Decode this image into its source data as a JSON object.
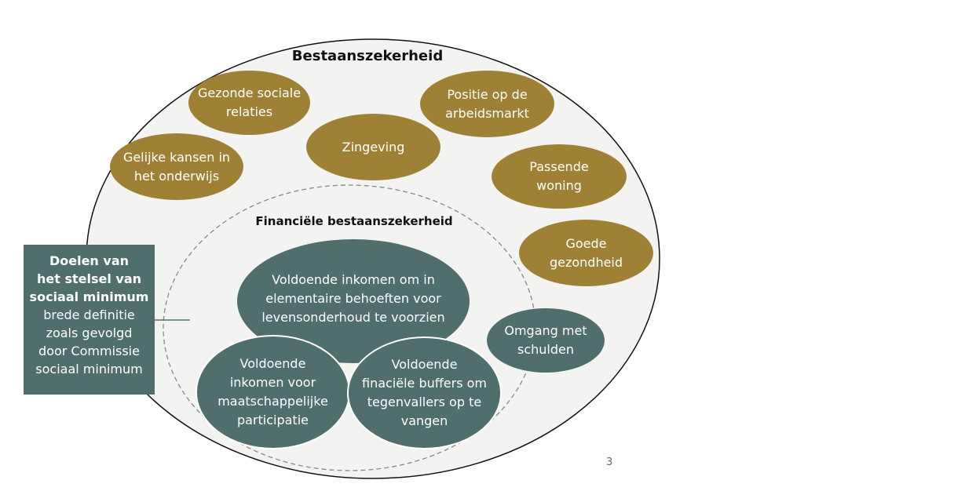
{
  "outer_title": "Bestaanszekerheid",
  "inner_title": "Financiële bestaanszekerheid",
  "colors": {
    "gold": "#9e8135",
    "teal": "#4f6e6c",
    "ellipse_fill": "#f3f4f2"
  },
  "outer_items": [
    {
      "lines": [
        "Gezonde sociale",
        "relaties"
      ]
    },
    {
      "lines": [
        "Positie op de",
        "arbeidsmarkt"
      ]
    },
    {
      "lines": [
        "Zingeving"
      ]
    },
    {
      "lines": [
        "Gelijke kansen in",
        "het onderwijs"
      ]
    },
    {
      "lines": [
        "Passende",
        "woning"
      ]
    },
    {
      "lines": [
        "Goede",
        "gezondheid"
      ]
    },
    {
      "lines": [
        "Omgang met",
        "schulden"
      ]
    }
  ],
  "inner_items": [
    {
      "lines": [
        "Voldoende inkomen om in",
        "elementaire behoeften voor",
        "levensonderhoud te voorzien"
      ]
    },
    {
      "lines": [
        "Voldoende",
        "inkomen voor",
        "maatschappelijke",
        "participatie"
      ]
    },
    {
      "lines": [
        "Voldoende",
        "finaciële buffers om",
        "tegenvallers op te",
        "vangen"
      ]
    }
  ],
  "side_box": {
    "bold_lines": [
      "Doelen van",
      "het stelsel van",
      "sociaal minimum"
    ],
    "lines": [
      "brede definitie",
      "zoals gevolgd",
      "door Commissie",
      "sociaal minimum"
    ]
  },
  "page_number": "3"
}
